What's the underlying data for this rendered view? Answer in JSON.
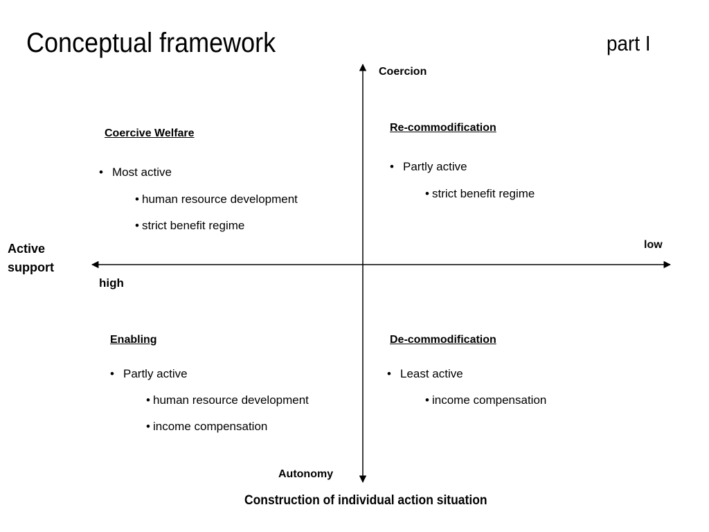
{
  "slide": {
    "title": "Conceptual framework",
    "part": "part I"
  },
  "axes": {
    "top": "Coercion",
    "bottom": "Autonomy",
    "left": "Active\nsupport",
    "left_end": "high",
    "right_end": "low",
    "caption": "Construction of individual action situation"
  },
  "quadrants": {
    "top_left": {
      "title": "Coercive Welfare",
      "main": "Most active",
      "subs": [
        "human resource development",
        "strict benefit regime"
      ]
    },
    "top_right": {
      "title": "Re-commodification",
      "main": "Partly active",
      "subs": [
        "strict benefit regime"
      ]
    },
    "bottom_left": {
      "title": "Enabling",
      "main": "Partly active",
      "subs": [
        "human resource development",
        "income compensation"
      ]
    },
    "bottom_right": {
      "title": "De-commodification",
      "main": "Least active",
      "subs": [
        "income compensation"
      ]
    }
  }
}
